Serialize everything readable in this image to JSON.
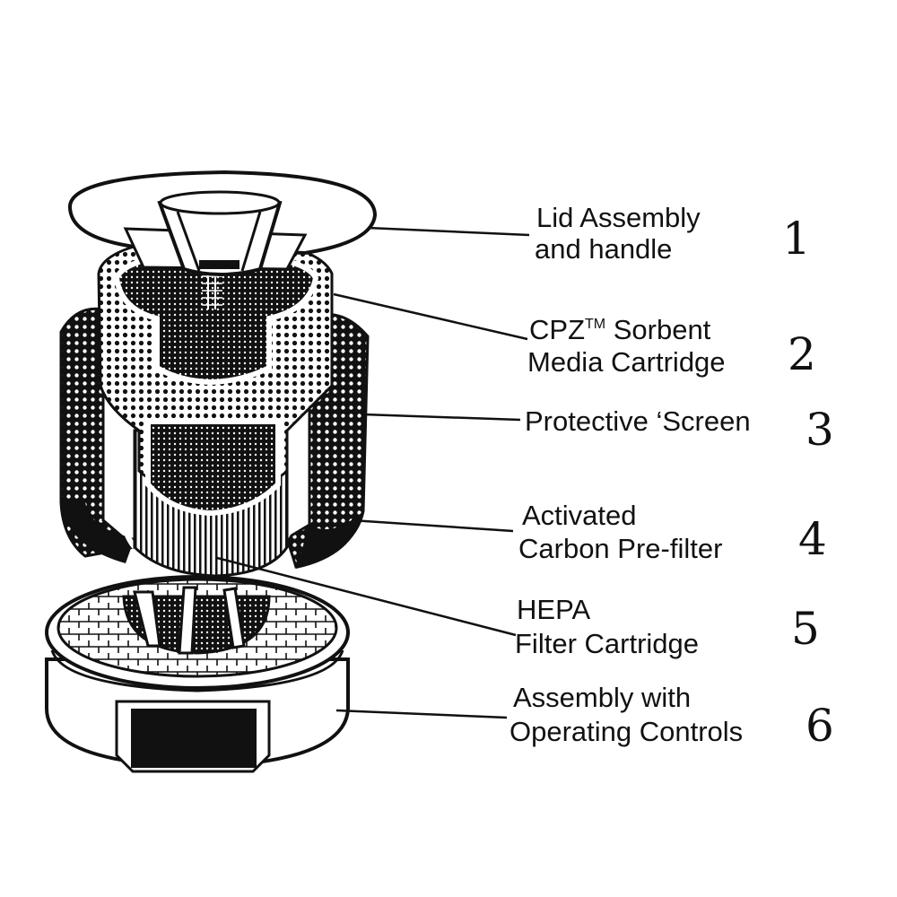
{
  "colors": {
    "ink": "#111111",
    "paper": "#ffffff",
    "shade": "#222222"
  },
  "labels": [
    {
      "lines": [
        "Lid Assembly",
        "and handle"
      ],
      "number": "1"
    },
    {
      "lines": [
        "CPZ",
        "Media Cartridge"
      ],
      "trademark": "TM",
      "line1_suffix": " Sorbent",
      "number": "2"
    },
    {
      "lines": [
        "Protective ‘Screen"
      ],
      "number": "3"
    },
    {
      "lines": [
        "Activated",
        "Carbon Pre-filter"
      ],
      "number": "4"
    },
    {
      "lines": [
        "HEPA",
        "Filter Cartridge"
      ],
      "number": "5"
    },
    {
      "lines": [
        "Assembly with",
        "Operating Controls"
      ],
      "number": "6"
    }
  ]
}
